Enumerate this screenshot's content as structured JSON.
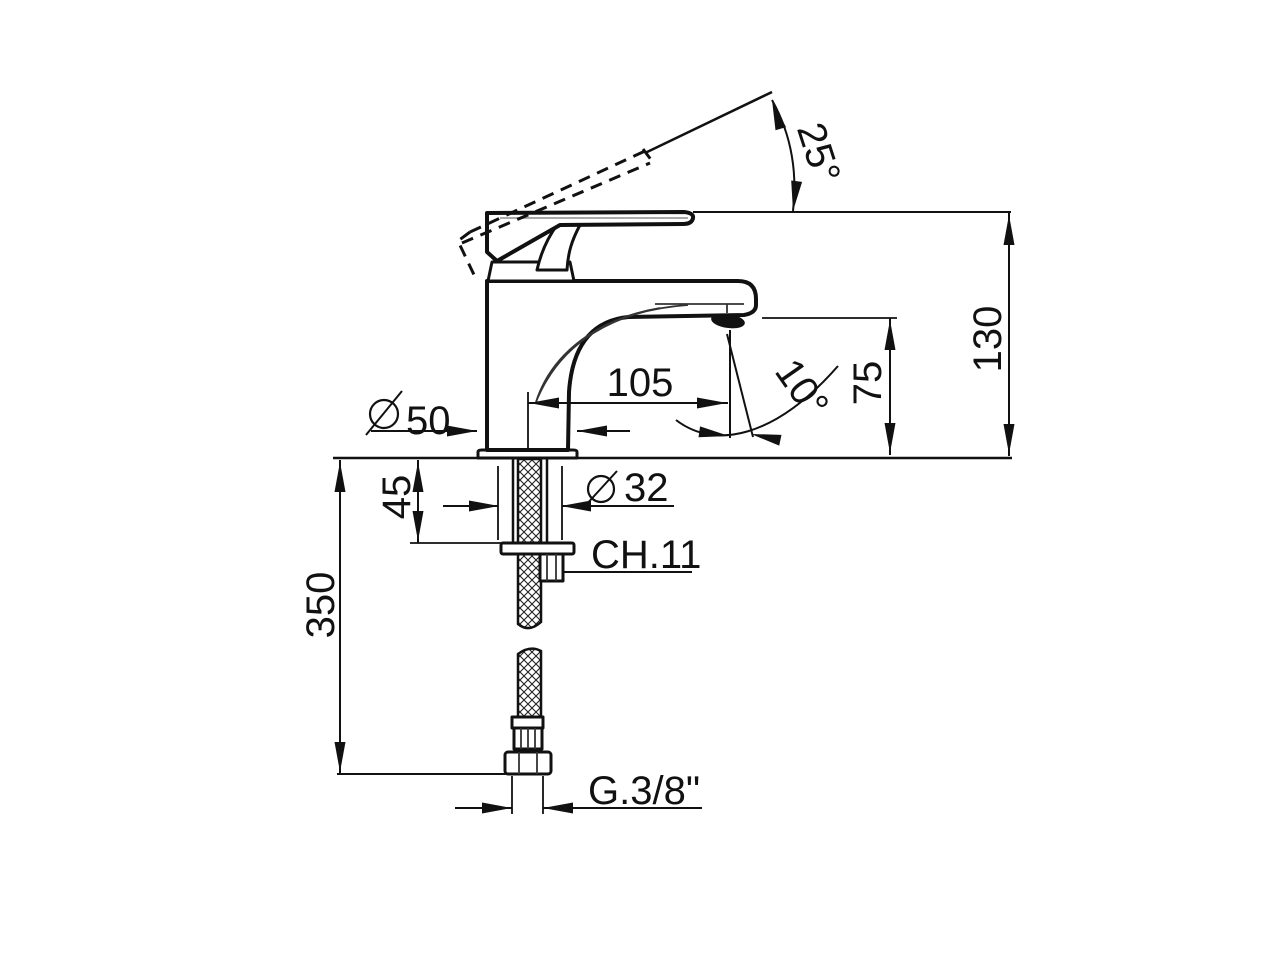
{
  "drawing": {
    "title": "basin mixer tap technical drawing, side view",
    "background_color": "#ffffff",
    "line_color": "#111111",
    "dimensions": {
      "handle_angle": "25°",
      "overall_height": "130",
      "spout_height": "75",
      "spout_reach": "105",
      "spout_angle": "10°",
      "diameter_symbol": "Ø",
      "base_diameter": "50",
      "shank_diameter": "32",
      "deck_thickness": "45",
      "hex_size": "CH.11",
      "hose_length": "350",
      "connection_thread": "G.3/8\""
    }
  }
}
